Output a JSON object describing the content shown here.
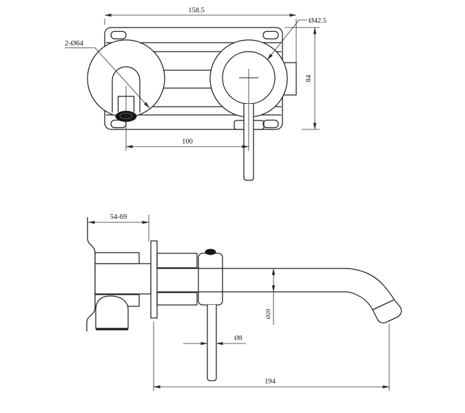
{
  "drawing": {
    "type": "technical-dimension-drawing",
    "subject": "wall-mounted basin mixer tap (two-hole set) - front and side installation views",
    "background_color": "#ffffff",
    "line_color": "#1c1c1c",
    "front_view": {
      "dim_width": "158.5",
      "dim_handle_trim": "Ø42.5",
      "dim_escutcheons": "2-Ø64",
      "dim_height": "84",
      "dim_spacing": "100"
    },
    "side_view": {
      "dim_depth_range": "54-69",
      "dim_spout_dia": "Ø20",
      "dim_lever_dia": "Ø8",
      "dim_reach": "194"
    }
  }
}
